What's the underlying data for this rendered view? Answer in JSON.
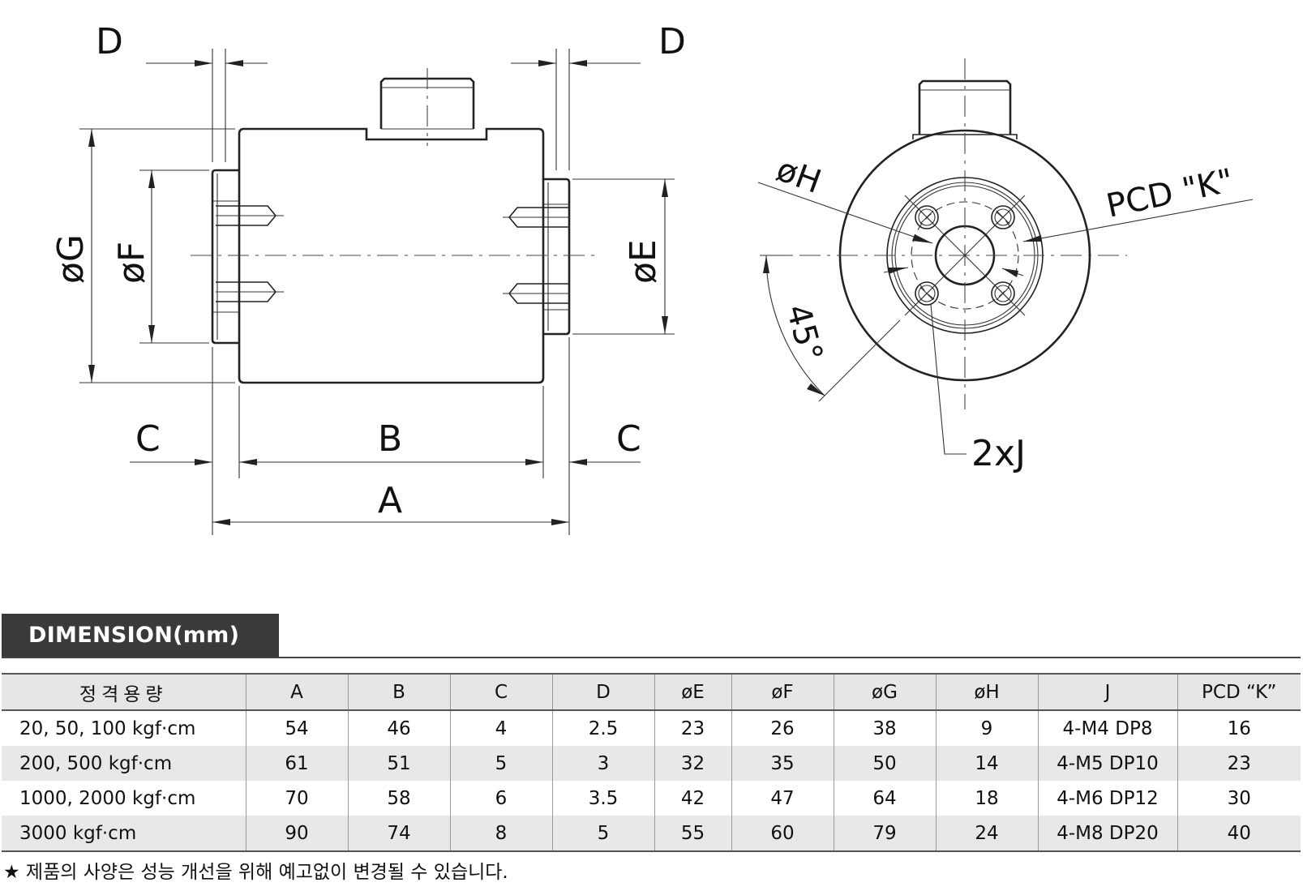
{
  "drawing": {
    "side_view": {
      "label_d_left": "D",
      "label_d_right": "D",
      "label_g": "øG",
      "label_f": "øF",
      "label_e": "øE",
      "label_c_left": "C",
      "label_c_right": "C",
      "label_b": "B",
      "label_a": "A"
    },
    "front_view": {
      "label_h": "øH",
      "label_pcd": "PCD \"K\"",
      "label_angle": "45°",
      "label_j": "2xJ"
    }
  },
  "table": {
    "title": "DIMENSION(mm)",
    "columns": [
      "정격용량",
      "A",
      "B",
      "C",
      "D",
      "øE",
      "øF",
      "øG",
      "øH",
      "J",
      "PCD “K”"
    ],
    "rows": [
      [
        "20, 50, 100 kgf·cm",
        "54",
        "46",
        "4",
        "2.5",
        "23",
        "26",
        "38",
        "9",
        "4-M4 DP8",
        "16"
      ],
      [
        "200, 500 kgf·cm",
        "61",
        "51",
        "5",
        "3",
        "32",
        "35",
        "50",
        "14",
        "4-M5 DP10",
        "23"
      ],
      [
        "1000, 2000 kgf·cm",
        "70",
        "58",
        "6",
        "3.5",
        "42",
        "47",
        "64",
        "18",
        "4-M6 DP12",
        "30"
      ],
      [
        "3000 kgf·cm",
        "90",
        "74",
        "8",
        "5",
        "55",
        "60",
        "79",
        "24",
        "4-M8 DP20",
        "40"
      ]
    ]
  },
  "footnote": "★ 제품의 사양은 성능 개선을 위해 예고없이 변경될 수 있습니다."
}
